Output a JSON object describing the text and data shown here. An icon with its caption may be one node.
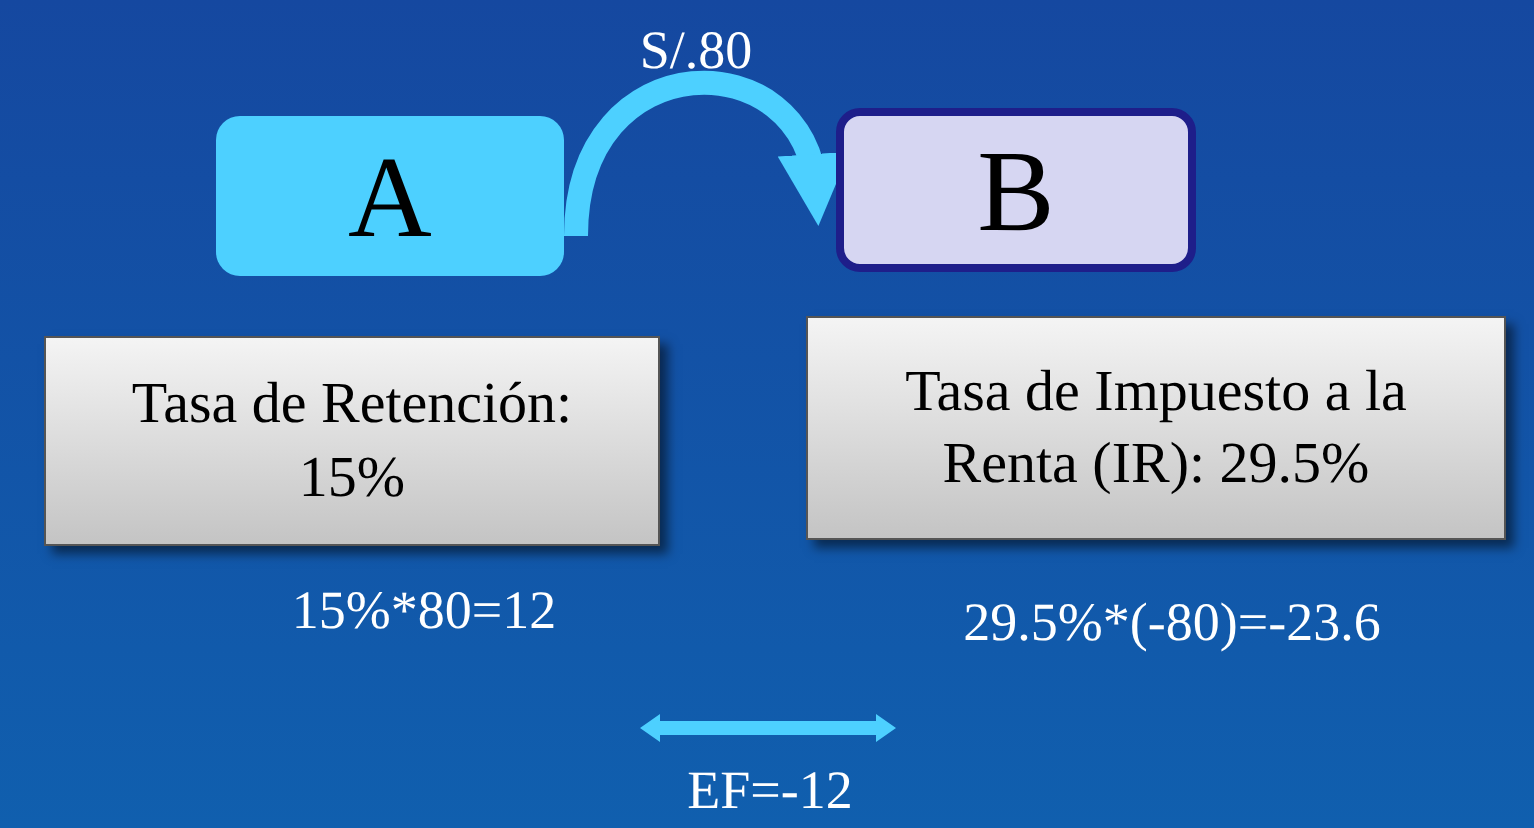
{
  "diagram": {
    "nodes": [
      {
        "text": [
          "A"
        ]
      },
      {
        "text": [
          "B"
        ]
      },
      {
        "text": [
          "Tasa de Retención: 15%"
        ]
      },
      {
        "text": [
          "Tasa de Impuesto a la Renta (IR): 29.5%"
        ]
      }
    ],
    "edges": [
      {
        "from": 0,
        "to": 1,
        "arrow": "to",
        "label": "S/.80"
      }
    ],
    "labels": [
      "15%*80=12",
      "29.5%*(-80)=-23.6",
      "EF=-12"
    ]
  }
}
